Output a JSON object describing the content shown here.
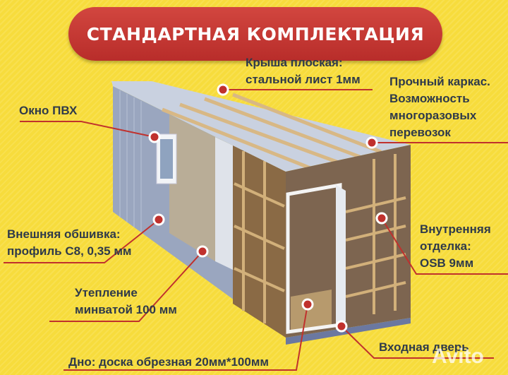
{
  "banner": {
    "title": "СТАНДАРТНАЯ КОМПЛЕКТАЦИЯ"
  },
  "labels": {
    "roof": [
      "Крыша плоская:",
      "стальной лист 1мм"
    ],
    "frame": [
      "Прочный каркас.",
      "Возможность",
      "многоразовых",
      "перевозок"
    ],
    "window": [
      "Окно ПВХ"
    ],
    "exterior": [
      "Внешняя обшивка:",
      "профиль С8, 0,35 мм"
    ],
    "interior": [
      "Внутренняя",
      "отделка:",
      "OSB 9мм"
    ],
    "insulation": [
      "Утепление",
      "минватой 100 мм"
    ],
    "door": [
      "Входная дверь"
    ],
    "floor": [
      "Дно: доска обрезная 20мм*100мм"
    ]
  },
  "watermark": "Avito",
  "colors": {
    "accent": "#c0312d",
    "background": "#f7dc3c",
    "text": "#2f3a4a"
  }
}
